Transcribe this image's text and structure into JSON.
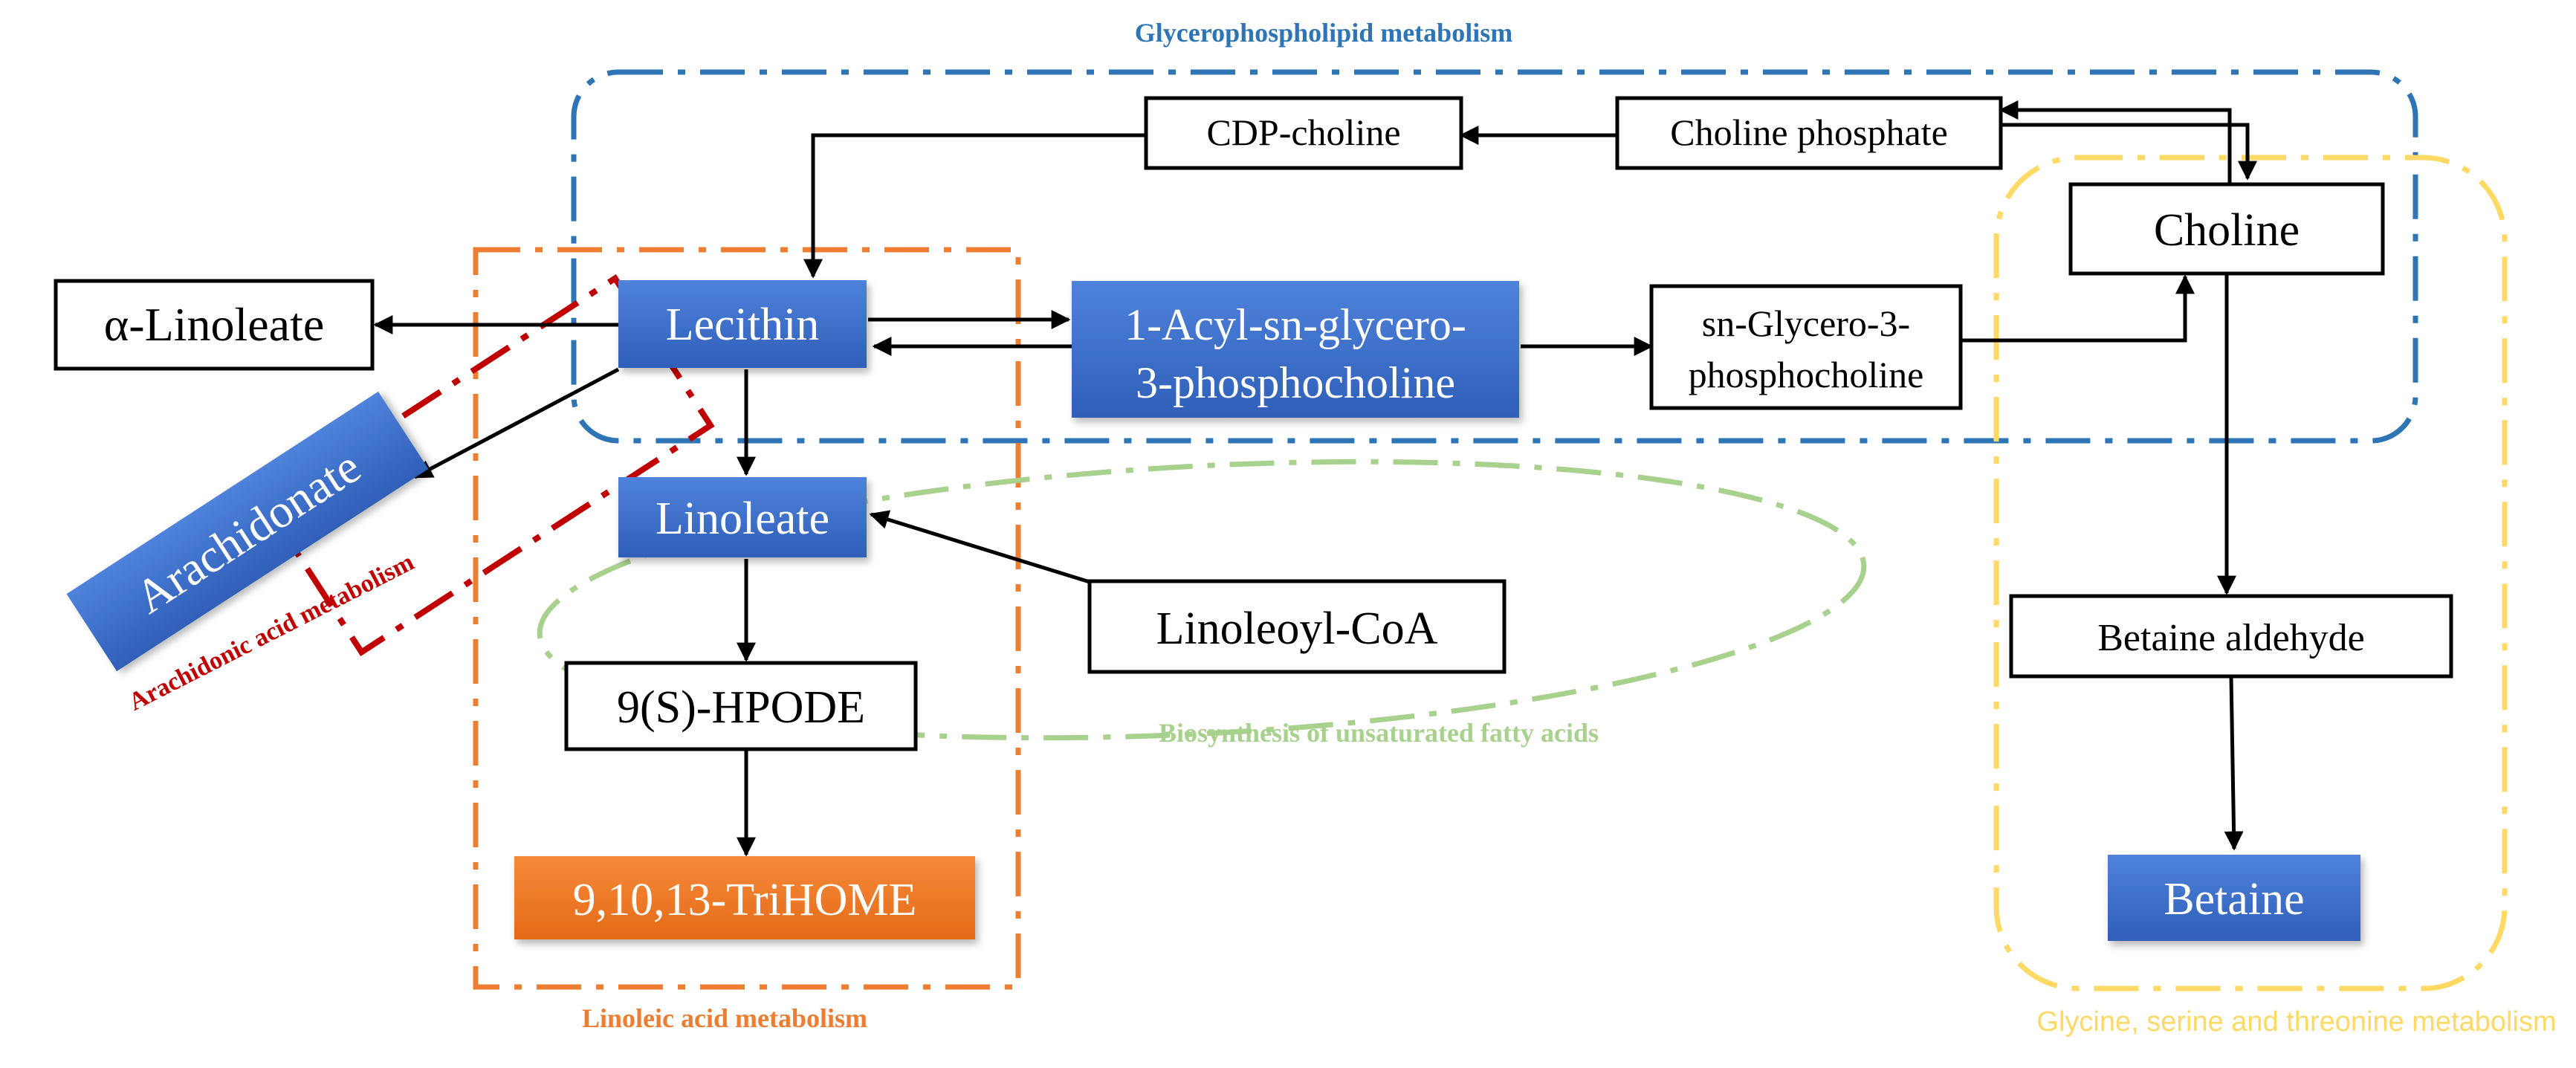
{
  "pathways": {
    "glycerophospholipid": "Glycerophospholipid metabolism",
    "linoleic": "Linoleic acid metabolism",
    "arachidonic": "Arachidonic acid metabolism",
    "unsaturated": "Biosynthesis of unsaturated fatty acids",
    "glycine": "Glycine, serine and threonine metabolism"
  },
  "nodes": {
    "cdp_choline": "CDP-choline",
    "choline_phosphate": "Choline phosphate",
    "choline": "Choline",
    "alpha_linoleate": "α-Linoleate",
    "lecithin": "Lecithin",
    "acyl_gpc_line1": "1-Acyl-sn-glycero-",
    "acyl_gpc_line2": "3-phosphocholine",
    "sn_gpc_line1": "sn-Glycero-3-",
    "sn_gpc_line2": "phosphocholine",
    "arachidonate": "Arachidonate",
    "linoleate": "Linoleate",
    "linoleoyl_coa": "Linoleoyl-CoA",
    "hpode": "9(S)-HPODE",
    "trihome": "9,10,13-TriHOME",
    "betaine_aldehyde": "Betaine aldehyde",
    "betaine": "Betaine"
  },
  "colors": {
    "blue_node": "#3D6FCC",
    "orange_node": "#F07B2A",
    "glycerophospholipid": "#2E75B6",
    "linoleic": "#ED7D31",
    "arachidonic": "#C00000",
    "unsaturated": "#A9D18E",
    "glycine": "#FFD966",
    "arrow": "#000000"
  }
}
